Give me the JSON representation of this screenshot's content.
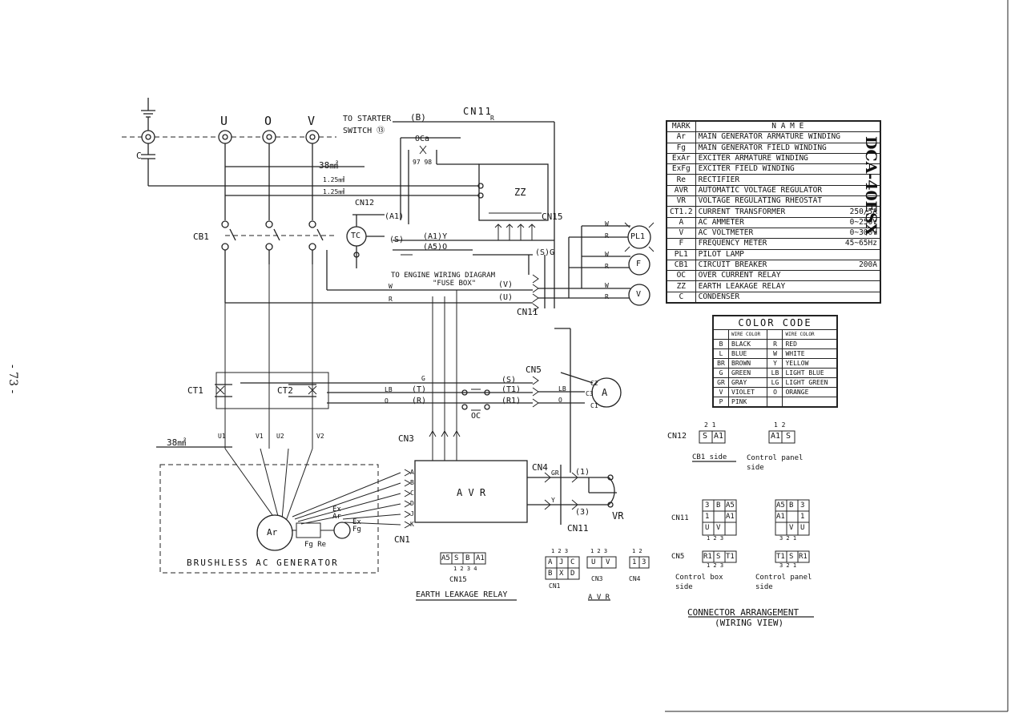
{
  "model": "DCA-40ESX",
  "page_number": "- 73 -",
  "legend": {
    "header_mark": "MARK",
    "header_name": "N  A  M  E",
    "rows": [
      {
        "mark": "Ar",
        "name": "MAIN GENERATOR ARMATURE WINDING",
        "value": ""
      },
      {
        "mark": "Fg",
        "name": "MAIN GENERATOR FIELD WINDING",
        "value": ""
      },
      {
        "mark": "ExAr",
        "name": "EXCITER ARMATURE WINDING",
        "value": ""
      },
      {
        "mark": "ExFg",
        "name": "EXCITER FIELD WINDING",
        "value": ""
      },
      {
        "mark": "Re",
        "name": "RECTIFIER",
        "value": ""
      },
      {
        "mark": "AVR",
        "name": "AUTOMATIC VOLTAGE REGULATOR",
        "value": ""
      },
      {
        "mark": "VR",
        "name": "VOLTAGE REGULATING RHEOSTAT",
        "value": ""
      },
      {
        "mark": "CT1.2",
        "name": "CURRENT TRANSFORMER",
        "value": "250/5A"
      },
      {
        "mark": "A",
        "name": "AC AMMETER",
        "value": "0~250V"
      },
      {
        "mark": "V",
        "name": "AC VOLTMETER",
        "value": "0~300V"
      },
      {
        "mark": "F",
        "name": "FREQUENCY METER",
        "value": "45~65Hz"
      },
      {
        "mark": "PL1",
        "name": "PILOT LAMP",
        "value": ""
      },
      {
        "mark": "CB1",
        "name": "CIRCUIT BREAKER",
        "value": "200A"
      },
      {
        "mark": "OC",
        "name": "OVER CURRENT RELAY",
        "value": ""
      },
      {
        "mark": "ZZ",
        "name": "EARTH LEAKAGE RELAY",
        "value": ""
      },
      {
        "mark": "C",
        "name": "CONDENSER",
        "value": ""
      }
    ]
  },
  "color_code": {
    "title": "COLOR CODE",
    "col_header": "WIRE COLOR",
    "rows": [
      {
        "c1": "B",
        "n1": "BLACK",
        "c2": "R",
        "n2": "RED"
      },
      {
        "c1": "L",
        "n1": "BLUE",
        "c2": "W",
        "n2": "WHITE"
      },
      {
        "c1": "BR",
        "n1": "BROWN",
        "c2": "Y",
        "n2": "YELLOW"
      },
      {
        "c1": "G",
        "n1": "GREEN",
        "c2": "LB",
        "n2": "LIGHT BLUE"
      },
      {
        "c1": "GR",
        "n1": "GRAY",
        "c2": "LG",
        "n2": "LIGHT GREEN"
      },
      {
        "c1": "V",
        "n1": "VIOLET",
        "c2": "O",
        "n2": "ORANGE"
      },
      {
        "c1": "P",
        "n1": "PINK",
        "c2": "",
        "n2": ""
      }
    ]
  },
  "terminals": {
    "u": "U",
    "o": "O",
    "v": "V"
  },
  "labels": {
    "to_starter": "TO STARTER",
    "switch": "SWITCH ⑬",
    "b_wire": "(B)",
    "cn11_top": "CN11",
    "r_small": "R",
    "oca": "OCa",
    "oca_nums": "97 98",
    "wire38": "38㎟",
    "wire125a": "1.25㎟",
    "wire125b": "1.25㎟",
    "zz": "ZZ",
    "cn12": "CN12",
    "cn15": "CN15",
    "tc": "TC",
    "a1": "(A1)",
    "s": "(S)",
    "a1y": "(A1)Y",
    "a50": "(A5)O",
    "sg": "(S)G",
    "cb1": "CB1",
    "to_engine": "TO ENGINE WIRING DIAGRAM",
    "fuse_box": "\"FUSE BOX\"",
    "v_wire": "(V)",
    "u_wire": "(U)",
    "w": "W",
    "r": "R",
    "cn11_mid": "CN11",
    "pl1": "PL1",
    "f": "F",
    "vmeter": "V",
    "cn5": "CN5",
    "ct1": "CT1",
    "ct2": "CT2",
    "s_wire": "(S)",
    "t_wire": "(T)",
    "r_wire": "(R)",
    "t1_wire": "(T1)",
    "r1_wire": "(R1)",
    "lb": "LB",
    "o": "O",
    "g": "G",
    "oc": "OC",
    "ammeter": "A",
    "c1": "C1",
    "c2": "C2",
    "c3": "C3",
    "cn3": "CN3",
    "cn4": "CN4",
    "cn1": "CN1",
    "avr": "A V R",
    "u1": "U1",
    "v1": "V1",
    "u2": "U2",
    "v2": "V2",
    "ar": "Ar",
    "exar": "Ex Ar",
    "exfg": "Ex Fg",
    "fg_re": "Fg Re",
    "brushless": "BRUSHLESS AC GENERATOR",
    "gr": "GR",
    "y": "Y",
    "n1": "(1)",
    "n3": "(3)",
    "vr": "VR",
    "cn11_bot": "CN11",
    "c": "C",
    "letters": [
      "A",
      "B",
      "C",
      "D",
      "J",
      "K"
    ]
  },
  "connectors": {
    "cn12": "CN12",
    "cn12_pins_a": [
      "S",
      "A1"
    ],
    "cn12_nums_a": "2 1",
    "cn12_pins_b": [
      "A1",
      "S"
    ],
    "cn12_nums_b": "1 2",
    "cb1_side": "CB1 side",
    "control_panel_side": "Control panel side",
    "cn11": "CN11",
    "cn11_a": [
      "3",
      "B",
      "A5",
      "1",
      "",
      "A1",
      "U",
      "V",
      ""
    ],
    "cn11_b": [
      "A5",
      "B",
      "3",
      "A1",
      "",
      "1",
      "",
      "V",
      "U"
    ],
    "cn5": "CN5",
    "cn5_a": [
      "R1",
      "S",
      "T1"
    ],
    "cn5_b": [
      "T1",
      "S",
      "R1"
    ],
    "control_box_side": "Control box side",
    "control_panel_side2": "Control panel side",
    "title": "CONNECTOR ARRANGEMENT",
    "subtitle": "(WIRING VIEW)",
    "cn15": "CN15",
    "cn15_pins": [
      "A5",
      "S",
      "B",
      "A1"
    ],
    "cn15_nums": "1 2 3 4",
    "elr": "EARTH LEAKAGE RELAY",
    "cn1": "CN1",
    "cn1_pins": [
      "A",
      "J",
      "C",
      "B",
      "X",
      "D"
    ],
    "cn3": "CN3",
    "cn3_pins": [
      "U",
      "V"
    ],
    "cn4": "CN4",
    "cn4_pins": [
      "1",
      "3"
    ],
    "avr": "A V R",
    "nums123": "1 2 3",
    "nums12": "1 2",
    "nums321": "3 2 1"
  }
}
